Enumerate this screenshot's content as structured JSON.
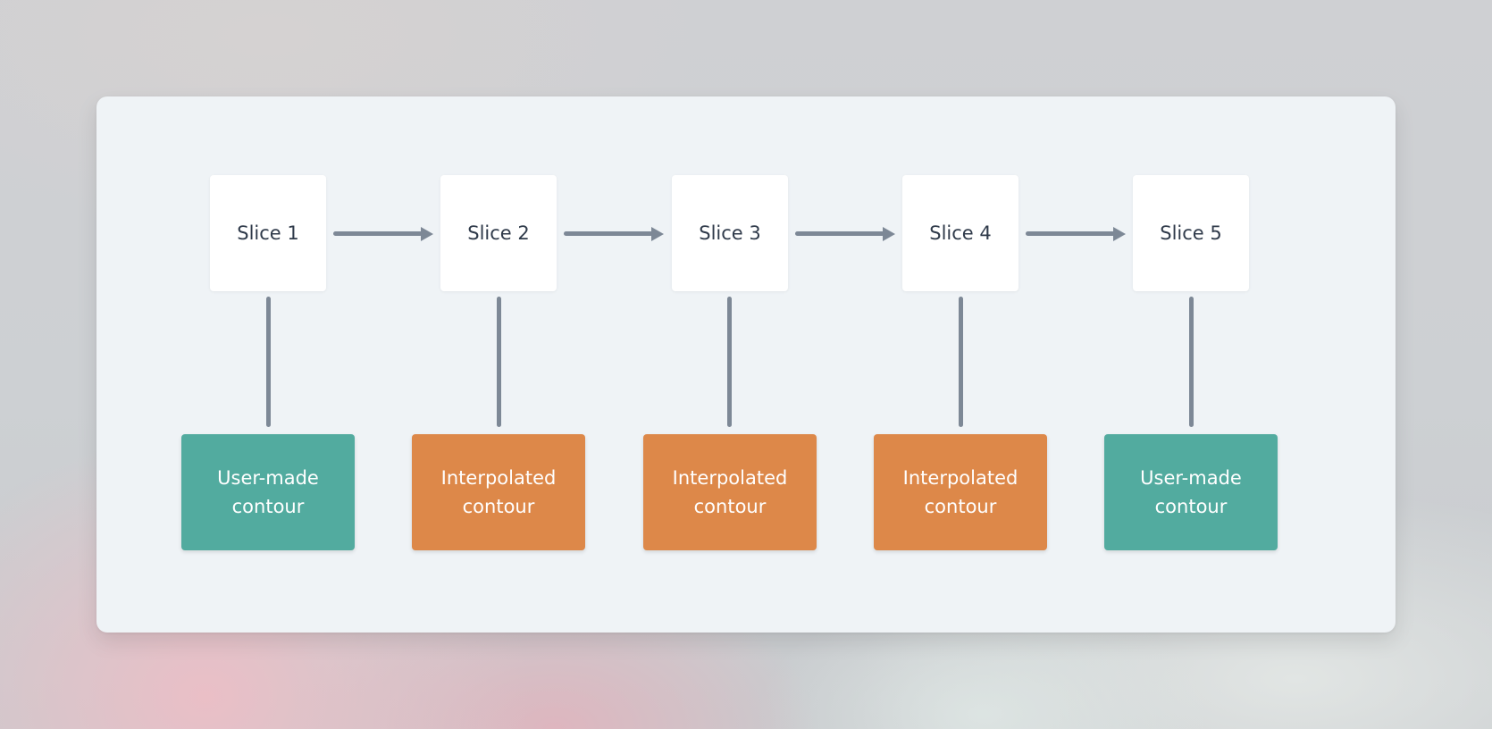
{
  "slices": [
    {
      "label": "Slice 1"
    },
    {
      "label": "Slice 2"
    },
    {
      "label": "Slice 3"
    },
    {
      "label": "Slice 4"
    },
    {
      "label": "Slice 5"
    }
  ],
  "contours": [
    {
      "label": "User-made contour",
      "kind": "user"
    },
    {
      "label": "Interpolated contour",
      "kind": "interpolated"
    },
    {
      "label": "Interpolated contour",
      "kind": "interpolated"
    },
    {
      "label": "Interpolated contour",
      "kind": "interpolated"
    },
    {
      "label": "User-made contour",
      "kind": "user"
    }
  ],
  "colors": {
    "user_contour": "#52ab9f",
    "interpolated_contour": "#dd8849",
    "connector": "#7d8896",
    "card": "#eff3f6",
    "slice_text": "#2f3a4a"
  }
}
